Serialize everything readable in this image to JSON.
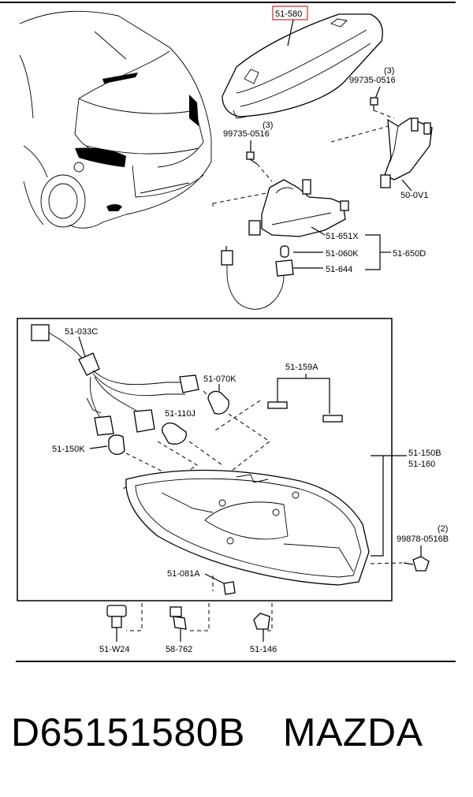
{
  "labels": {
    "highlight": "51-580",
    "bolt_top_right_qty": "(3)",
    "bolt_top_right": "99735-0516",
    "bolt_top_left_qty": "(3)",
    "bolt_top_left": "99735-0516",
    "bracket": "50-0V1",
    "p651x": "51-651X",
    "p060k": "51-060K",
    "p650d": "51-650D",
    "p644": "51-644",
    "p033c": "51-033C",
    "p070k": "51-070K",
    "p159a": "51-159A",
    "p110j": "51-110J",
    "p150k": "51-150K",
    "p150b": "51-150B",
    "p160": "51-160",
    "screw_qty": "(2)",
    "screw": "99878-0516B",
    "p081a": "51-081A",
    "pw24": "51-W24",
    "p762": "58-762",
    "p146": "51-146"
  },
  "footer": {
    "part_number": "D65151580B",
    "brand": "MAZDA"
  },
  "colors": {
    "highlight_box": "#d9534f",
    "line": "#000000"
  }
}
